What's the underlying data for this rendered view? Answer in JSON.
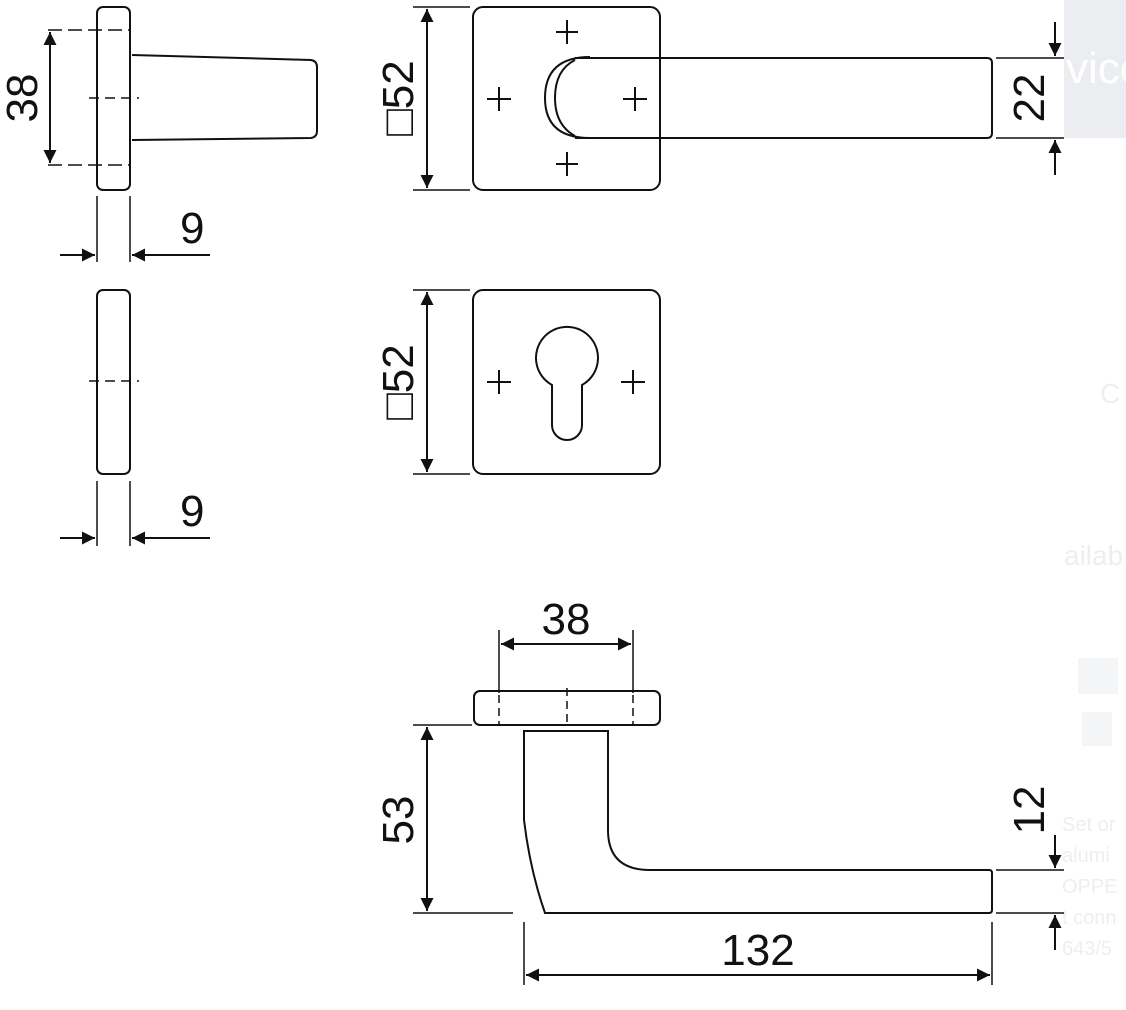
{
  "background": {
    "title_fragment": "vice",
    "fragment_c": "C",
    "fragment_available": "ailab",
    "description_fragments": [
      "Set or",
      "alumi",
      "OPPE",
      "t conn",
      "643/5"
    ]
  },
  "drawing": {
    "side_view_rose_height": "38",
    "side_view_rose_thickness": "9",
    "side_view_escutcheon_thickness": "9",
    "front_rose_size": "□52",
    "front_lever_height": "22",
    "front_escutcheon_size": "□52",
    "top_rose_width": "38",
    "top_projection": "53",
    "top_lever_length": "132",
    "top_lever_thickness": "12"
  }
}
